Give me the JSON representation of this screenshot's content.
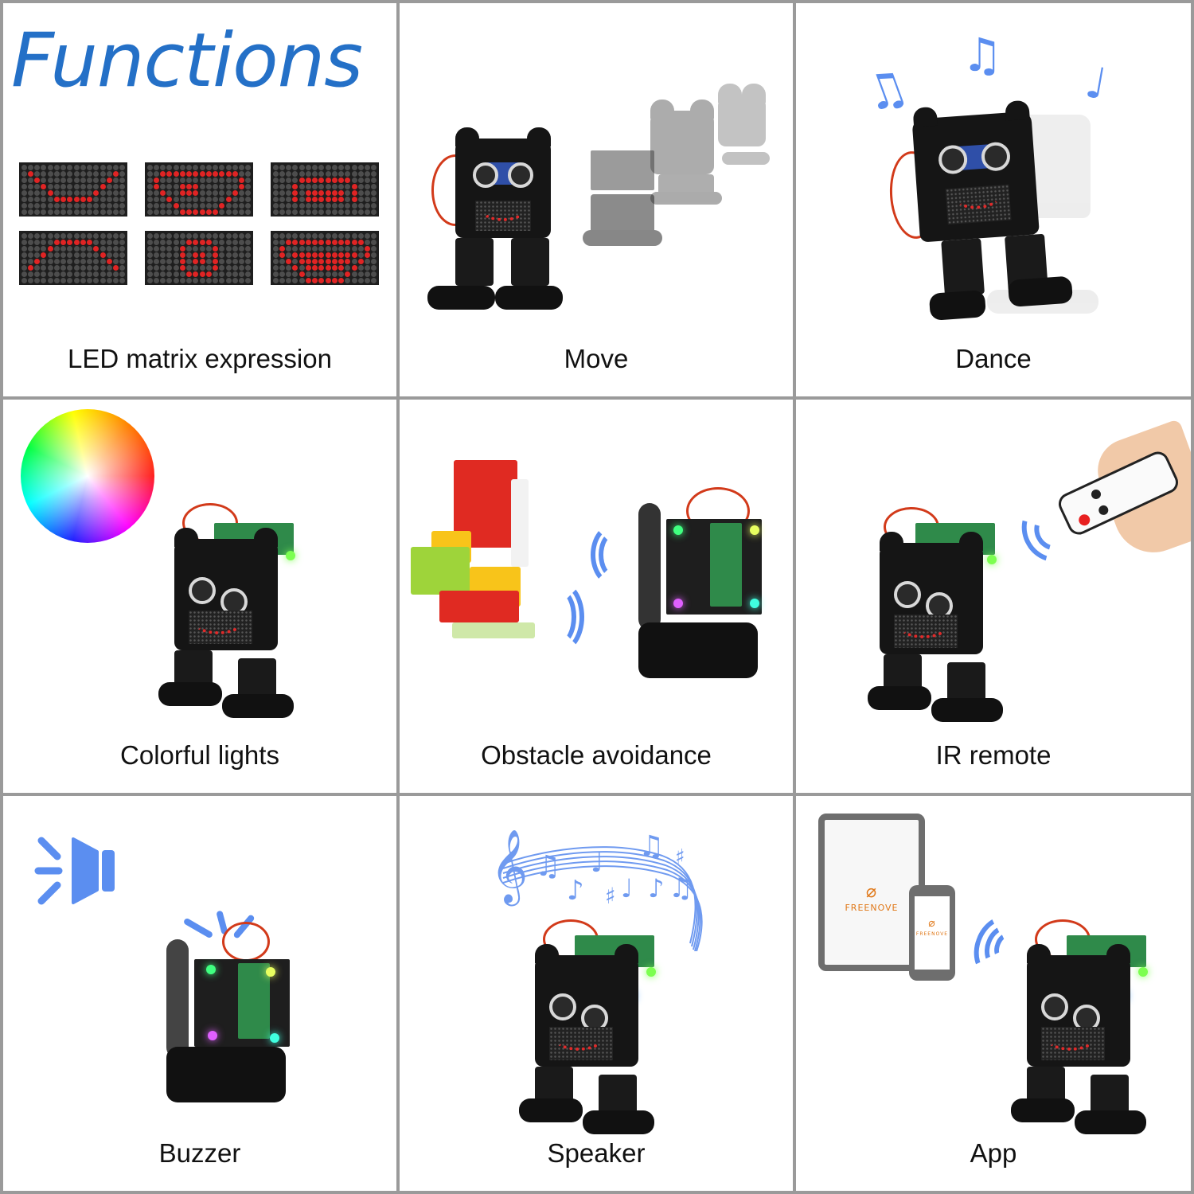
{
  "header": {
    "title": "Functions",
    "title_color": "#2470c7"
  },
  "colors": {
    "grid_line": "#9a9a9a",
    "caption_text": "#111111",
    "accent_blue": "#5b8ef0",
    "led_on": "#e02424",
    "led_off": "#4d4d4d",
    "led_panel": "#1e1e1e",
    "brand_orange": "#e07818"
  },
  "cells": [
    {
      "id": "led-matrix-expression",
      "label": "LED matrix expression"
    },
    {
      "id": "move",
      "label": "Move"
    },
    {
      "id": "dance",
      "label": "Dance"
    },
    {
      "id": "colorful-lights",
      "label": "Colorful lights"
    },
    {
      "id": "obstacle-avoidance",
      "label": "Obstacle avoidance"
    },
    {
      "id": "ir-remote",
      "label": "IR remote"
    },
    {
      "id": "buzzer",
      "label": "Buzzer"
    },
    {
      "id": "speaker",
      "label": "Speaker"
    },
    {
      "id": "app",
      "label": "App"
    }
  ],
  "led_matrices": {
    "cols": 16,
    "rows": 8,
    "patterns": [
      {
        "name": "smile",
        "rows": [
          "................",
          ".#............#.",
          "..#..........#..",
          "...#........#...",
          "....#......#....",
          ".....######.....",
          "................",
          "................"
        ]
      },
      {
        "name": "laugh-tongue",
        "rows": [
          "................",
          "..############..",
          ".#............#.",
          ".#...###......#.",
          "..#..###.....#..",
          "...#........#...",
          "....#......#....",
          ".....######....."
        ]
      },
      {
        "name": "teeth-rectangle",
        "rows": [
          "................",
          "................",
          "....########....",
          "...#........#...",
          "...#.######.#...",
          "...#.######.#...",
          "................",
          "................"
        ]
      },
      {
        "name": "frown",
        "rows": [
          "................",
          ".....######.....",
          "....#......#....",
          "...#........#...",
          "..#..........#..",
          ".#............#.",
          "................",
          "................"
        ]
      },
      {
        "name": "surprised-o",
        "rows": [
          "................",
          "......####......",
          ".....#....#.....",
          ".....#.##.#.....",
          ".....#.##.#.....",
          ".....#....#.....",
          "......####......",
          "................"
        ]
      },
      {
        "name": "big-grin",
        "rows": [
          "................",
          "..############..",
          ".#............#.",
          ".#.##########.#.",
          "..#.########.#..",
          "...#.######.#...",
          "....#......#....",
          ".....######....."
        ]
      }
    ]
  },
  "icons": {
    "music_notes": [
      "♫",
      "♪",
      "♩"
    ],
    "buzzer": "speaker-icon",
    "signal": "wireless-signal-icon"
  },
  "app": {
    "brand_tablet": "FREENOVE",
    "brand_phone": "FREENOVE"
  }
}
